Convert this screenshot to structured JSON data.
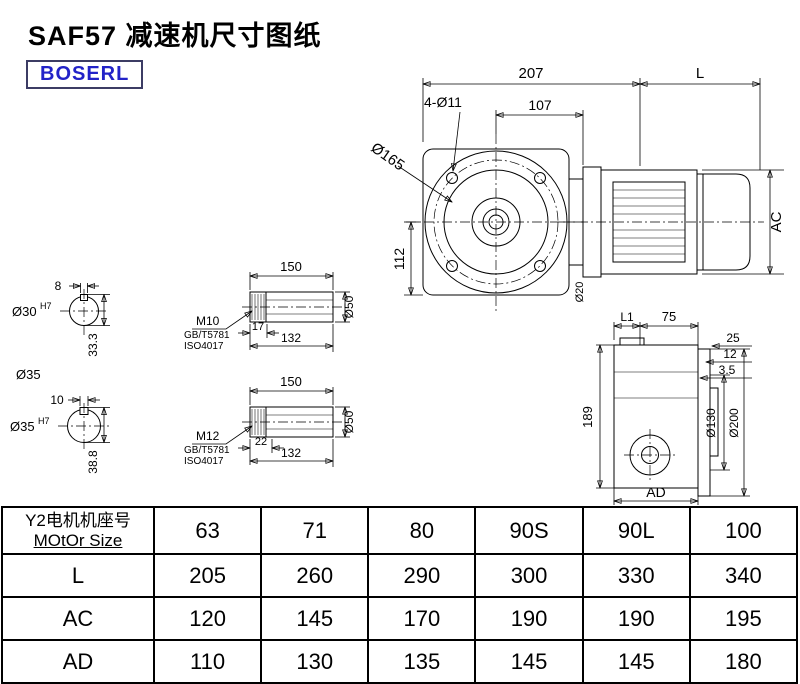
{
  "title": "SAF57 减速机尺寸图纸",
  "logo": "BOSERL",
  "colors": {
    "line": "#000000",
    "logo_text": "#2222c8",
    "logo_border": "#3c3c64"
  },
  "front_view": {
    "d207": "207",
    "dL": "L",
    "d107": "107",
    "holes": "4-Ø11",
    "d165": "Ø165",
    "d112": "112",
    "dAC": "AC",
    "d20": "Ø20"
  },
  "side_view": {
    "dL1": "L1",
    "d75": "75",
    "d25": "25",
    "d12": "12",
    "d35": "3.5",
    "d189": "189",
    "d130": "Ø130",
    "d200": "Ø200",
    "dAD": "AD"
  },
  "shaft_top": {
    "key": "8",
    "bore": "Ø30",
    "tol": "H7",
    "depth": "33.3",
    "len": "150",
    "thread": "M10",
    "std1": "GB/T5781",
    "std2": "ISO4017",
    "la": "17",
    "lb": "132",
    "dia": "Ø50"
  },
  "shaft_bottom": {
    "label": "Ø35",
    "key": "10",
    "bore": "Ø35",
    "tol": "H7",
    "depth": "38.8",
    "len": "150",
    "thread": "M12",
    "std1": "GB/T5781",
    "std2": "ISO4017",
    "la": "22",
    "lb": "132",
    "dia": "Ø50"
  },
  "table": {
    "header_line1": "Y2电机机座号",
    "header_line2": "MOtOr Size",
    "sizes": [
      "63",
      "71",
      "80",
      "90S",
      "90L",
      "100"
    ],
    "rows": [
      {
        "label": "L",
        "values": [
          "205",
          "260",
          "290",
          "300",
          "330",
          "340"
        ]
      },
      {
        "label": "AC",
        "values": [
          "120",
          "145",
          "170",
          "190",
          "190",
          "195"
        ]
      },
      {
        "label": "AD",
        "values": [
          "110",
          "130",
          "135",
          "145",
          "145",
          "180"
        ]
      }
    ]
  }
}
